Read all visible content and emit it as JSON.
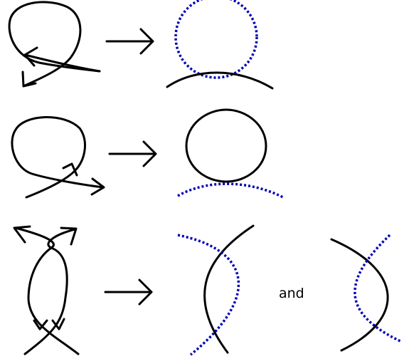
{
  "colors": {
    "strand": "#000000",
    "dotted_strand": "#0000b4",
    "background": "#ffffff"
  },
  "rows": [
    {
      "name": "first-move",
      "arrow_icon": "right-arrow-icon"
    },
    {
      "name": "second-move",
      "arrow_icon": "right-arrow-icon"
    },
    {
      "name": "third-move",
      "arrow_icon": "right-arrow-icon",
      "conjunction": "and"
    }
  ]
}
